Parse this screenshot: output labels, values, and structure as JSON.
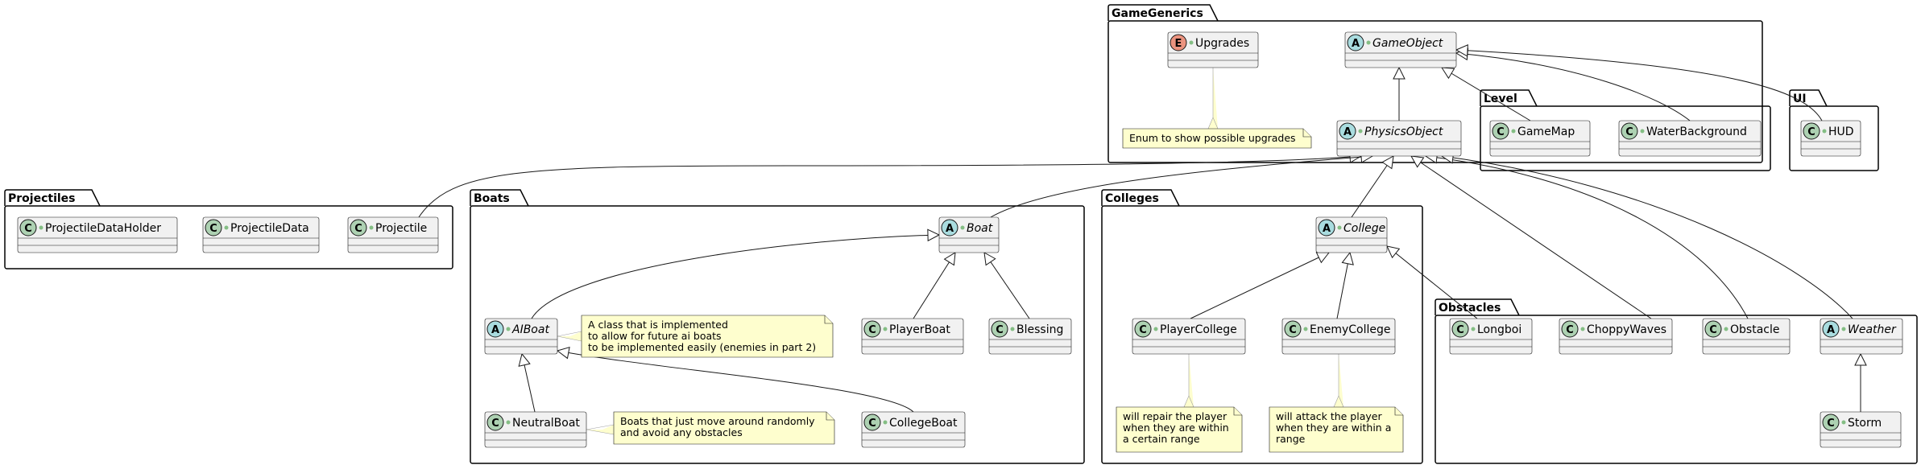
{
  "packages": [
    {
      "id": "GameGenerics",
      "title": "GameGenerics"
    },
    {
      "id": "Level",
      "title": "Level"
    },
    {
      "id": "UI",
      "title": "UI"
    },
    {
      "id": "Projectiles",
      "title": "Projectiles"
    },
    {
      "id": "Boats",
      "title": "Boats"
    },
    {
      "id": "Colleges",
      "title": "Colleges"
    },
    {
      "id": "Obstacles",
      "title": "Obstacles"
    }
  ],
  "classes": [
    {
      "id": "Upgrades",
      "name": "Upgrades",
      "kind": "E"
    },
    {
      "id": "GameObject",
      "name": "GameObject",
      "kind": "A"
    },
    {
      "id": "PhysicsObject",
      "name": "PhysicsObject",
      "kind": "A"
    },
    {
      "id": "GameMap",
      "name": "GameMap",
      "kind": "C"
    },
    {
      "id": "WaterBackground",
      "name": "WaterBackground",
      "kind": "C"
    },
    {
      "id": "HUD",
      "name": "HUD",
      "kind": "C"
    },
    {
      "id": "ProjectileDataHolder",
      "name": "ProjectileDataHolder",
      "kind": "C"
    },
    {
      "id": "ProjectileData",
      "name": "ProjectileData",
      "kind": "C"
    },
    {
      "id": "Projectile",
      "name": "Projectile",
      "kind": "C"
    },
    {
      "id": "Boat",
      "name": "Boat",
      "kind": "A"
    },
    {
      "id": "AIBoat",
      "name": "AIBoat",
      "kind": "A"
    },
    {
      "id": "PlayerBoat",
      "name": "PlayerBoat",
      "kind": "C"
    },
    {
      "id": "Blessing",
      "name": "Blessing",
      "kind": "C"
    },
    {
      "id": "NeutralBoat",
      "name": "NeutralBoat",
      "kind": "C"
    },
    {
      "id": "CollegeBoat",
      "name": "CollegeBoat",
      "kind": "C"
    },
    {
      "id": "College",
      "name": "College",
      "kind": "A"
    },
    {
      "id": "PlayerCollege",
      "name": "PlayerCollege",
      "kind": "C"
    },
    {
      "id": "EnemyCollege",
      "name": "EnemyCollege",
      "kind": "C"
    },
    {
      "id": "Longboi",
      "name": "Longboi",
      "kind": "C"
    },
    {
      "id": "ChoppyWaves",
      "name": "ChoppyWaves",
      "kind": "C"
    },
    {
      "id": "Obstacle",
      "name": "Obstacle",
      "kind": "C"
    },
    {
      "id": "Weather",
      "name": "Weather",
      "kind": "A"
    },
    {
      "id": "Storm",
      "name": "Storm",
      "kind": "C"
    }
  ],
  "notes": [
    {
      "id": "upgrades-note",
      "lines": [
        "Enum to show possible upgrades"
      ]
    },
    {
      "id": "aiboat-note",
      "lines": [
        "A class that is implemented",
        "to allow for future ai boats",
        "to be implemented easily (enemies in part 2)"
      ]
    },
    {
      "id": "neutralboat-note",
      "lines": [
        "Boats that just move around randomly",
        "and avoid any obstacles"
      ]
    },
    {
      "id": "playercollege-note",
      "lines": [
        "will repair the player",
        "when they are within",
        "a certain range"
      ]
    },
    {
      "id": "enemycollege-note",
      "lines": [
        "will attack the player",
        "when they are within a",
        "range"
      ]
    }
  ],
  "relations": [
    {
      "from": "PhysicsObject",
      "to": "GameObject",
      "type": "extends"
    },
    {
      "from": "GameMap",
      "to": "GameObject",
      "type": "extends"
    },
    {
      "from": "WaterBackground",
      "to": "GameObject",
      "type": "extends"
    },
    {
      "from": "HUD",
      "to": "GameObject",
      "type": "extends"
    },
    {
      "from": "Projectile",
      "to": "PhysicsObject",
      "type": "extends"
    },
    {
      "from": "Boat",
      "to": "PhysicsObject",
      "type": "extends"
    },
    {
      "from": "College",
      "to": "PhysicsObject",
      "type": "extends"
    },
    {
      "from": "ChoppyWaves",
      "to": "PhysicsObject",
      "type": "extends"
    },
    {
      "from": "Obstacle",
      "to": "PhysicsObject",
      "type": "extends"
    },
    {
      "from": "Weather",
      "to": "PhysicsObject",
      "type": "extends"
    },
    {
      "from": "AIBoat",
      "to": "Boat",
      "type": "extends"
    },
    {
      "from": "PlayerBoat",
      "to": "Boat",
      "type": "extends"
    },
    {
      "from": "Blessing",
      "to": "Boat",
      "type": "extends"
    },
    {
      "from": "NeutralBoat",
      "to": "AIBoat",
      "type": "extends"
    },
    {
      "from": "CollegeBoat",
      "to": "AIBoat",
      "type": "extends"
    },
    {
      "from": "PlayerCollege",
      "to": "College",
      "type": "extends"
    },
    {
      "from": "EnemyCollege",
      "to": "College",
      "type": "extends"
    },
    {
      "from": "Longboi",
      "to": "College",
      "type": "extends"
    },
    {
      "from": "Storm",
      "to": "Weather",
      "type": "extends"
    }
  ],
  "colors": {
    "class_fill": "#f1f1f1",
    "class_stroke": "#181818",
    "class_circle": "#add1b2",
    "abstract_circle": "#a9dcdf",
    "enum_circle": "#eb937f",
    "note_fill": "#fefece",
    "note_stroke": "#a80036",
    "visibility_dot": "#84be84"
  }
}
